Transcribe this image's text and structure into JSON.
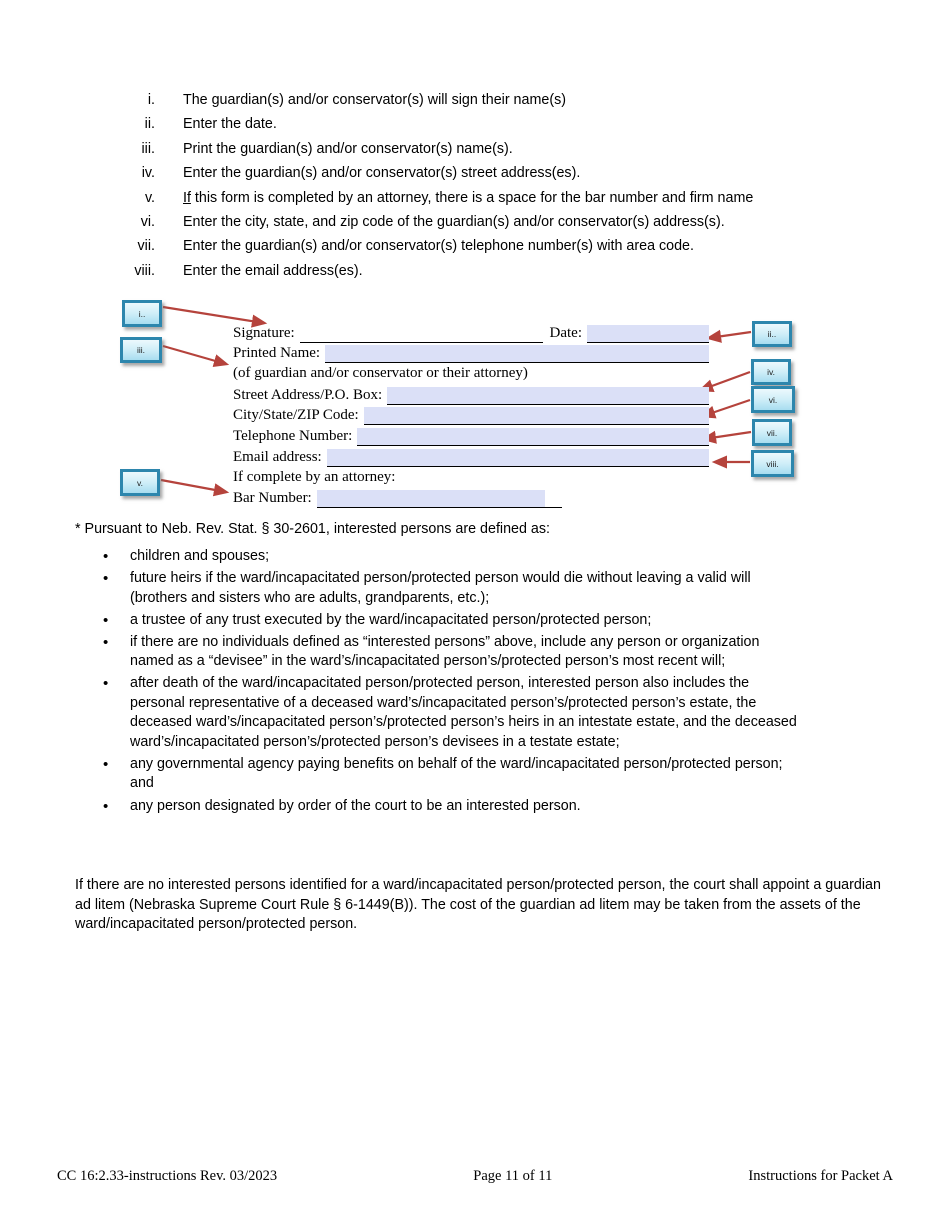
{
  "instructions": {
    "items": [
      {
        "num": "i.",
        "text": "The guardian(s) and/or conservator(s) will sign their name(s)"
      },
      {
        "num": "ii.",
        "text": "Enter the date."
      },
      {
        "num": "iii.",
        "text": "Print the guardian(s) and/or conservator(s) name(s)."
      },
      {
        "num": "iv.",
        "text": "Enter the guardian(s) and/or conservator(s) street address(es)."
      },
      {
        "num": "v.",
        "lead": "If",
        "text": " this form is completed by an attorney, there is a space for the bar number and firm name"
      },
      {
        "num": "vi.",
        "text": "Enter the city, state, and zip code of the guardian(s) and/or conservator(s) address(s)."
      },
      {
        "num": "vii.",
        "text": "Enter the guardian(s) and/or conservator(s) telephone number(s) with area code."
      },
      {
        "num": "viii.",
        "text": "Enter the email address(es)."
      }
    ]
  },
  "diagram": {
    "callouts": {
      "left": [
        "i..",
        "iii.",
        "v."
      ],
      "right": [
        "ii..",
        "iv.",
        "vi.",
        "vii.",
        "viii."
      ]
    },
    "form": {
      "signature_label": "Signature:",
      "date_label": "Date:",
      "printed_name_label": "Printed Name:",
      "caption": "(of guardian and/or conservator or their attorney)",
      "street_label": "Street Address/P.O. Box:",
      "city_label": "City/State/ZIP Code:",
      "phone_label": "Telephone Number:",
      "email_label": "Email address:",
      "attorney_note": "If complete by an attorney:",
      "bar_label": "Bar Number:"
    },
    "colors": {
      "field_highlight": "#dbe0f7",
      "callout_border": "#2d86ad",
      "callout_fill": "#bfe8f5",
      "arrow": "#b5433c"
    }
  },
  "note": "* Pursuant to Neb. Rev. Stat. § 30-2601, interested persons are defined as:",
  "bullets": [
    "children and spouses;",
    "future heirs if the ward/incapacitated person/protected person would die without leaving a valid will (brothers and sisters who are adults, grandparents, etc.);",
    "a trustee of any trust executed by the ward/incapacitated person/protected person;",
    "if there are no individuals defined as “interested persons” above, include any person or organization named as a “devisee” in the ward’s/incapacitated person’s/protected person’s most recent will;",
    "after death of the ward/incapacitated person/protected person, interested person also includes the personal representative of a deceased ward’s/incapacitated person’s/protected person’s estate, the deceased ward’s/incapacitated person’s/protected person’s heirs in an intestate estate, and the deceased ward’s/incapacitated person’s/protected person’s devisees in a testate estate;",
    "any governmental agency paying benefits on behalf of the ward/incapacitated person/protected person; and",
    "any person designated by order of the court to be an interested person."
  ],
  "closing": "If there are no interested persons identified for a ward/incapacitated person/protected person, the court shall appoint a guardian ad litem (Nebraska Supreme Court Rule § 6-1449(B)). The cost of the guardian ad litem may be taken from the assets of the ward/incapacitated person/protected person.",
  "footer": {
    "left": "CC 16:2.33-instructions Rev. 03/2023",
    "center": "Page 11 of 11",
    "right": "Instructions for Packet A"
  }
}
